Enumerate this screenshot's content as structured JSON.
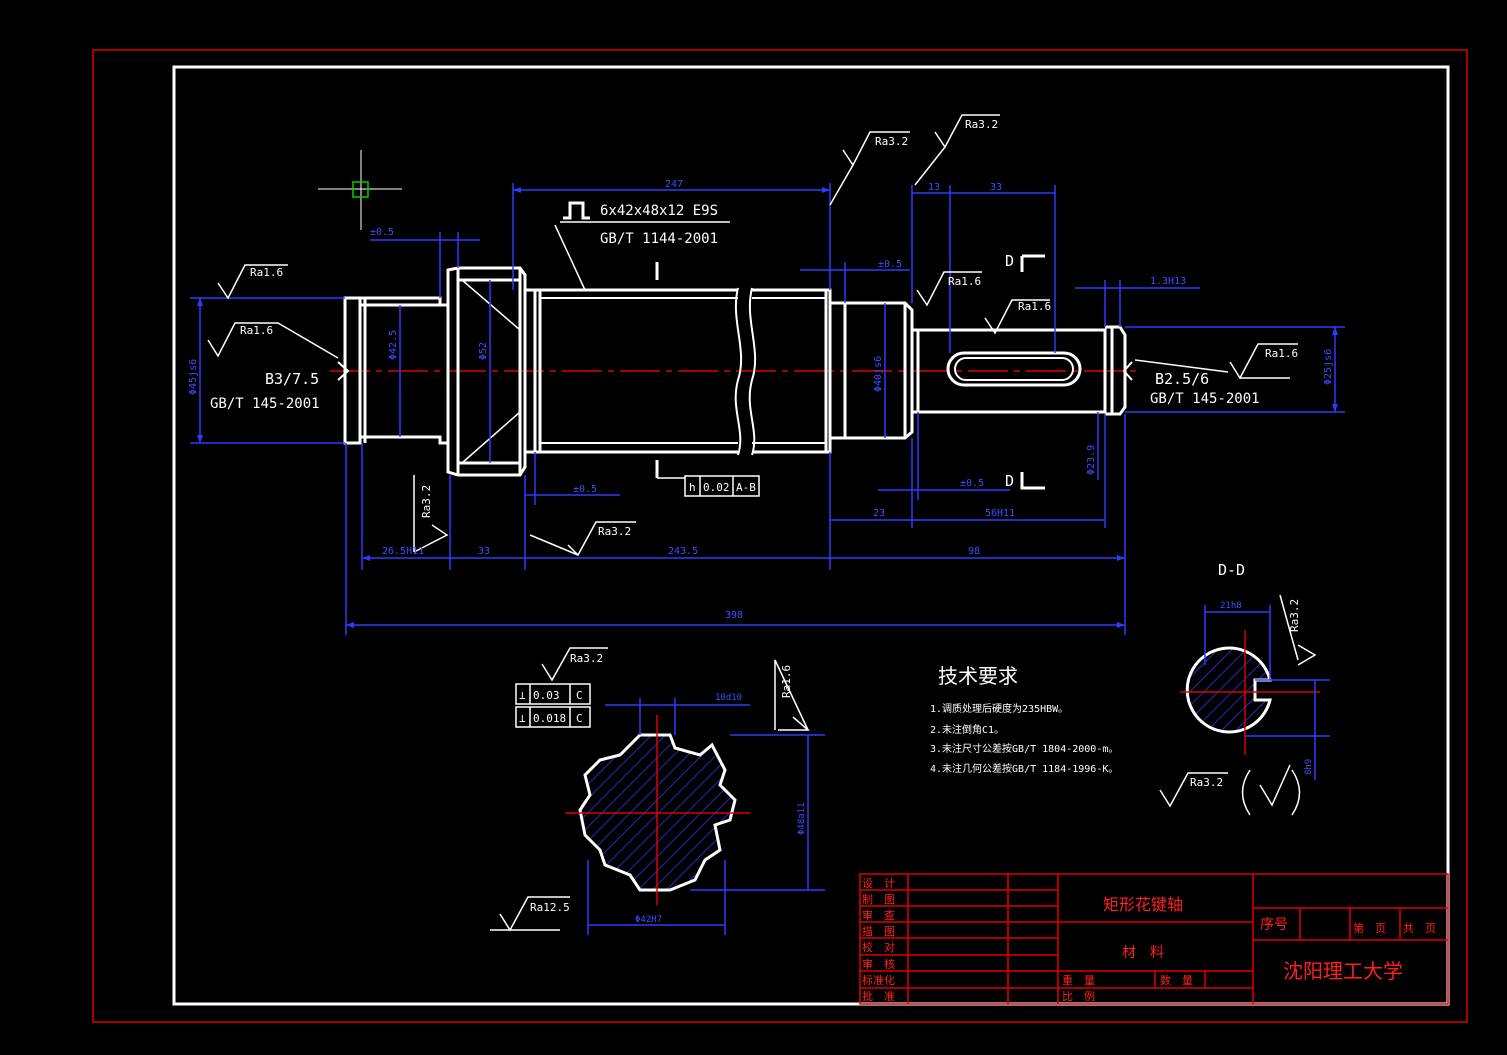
{
  "colors": {
    "background": "#000000",
    "outline": "#ffffff",
    "dimension": "#2a3cff",
    "centerline": "#e00000",
    "cursor": "#00d000"
  },
  "spline_callout": {
    "spec": "6x42x48x12 E9S",
    "standard": "GB/T 1144-2001"
  },
  "section_marks": {
    "top": "I",
    "bottom": "I",
    "d_top": "D",
    "d_bottom": "D"
  },
  "center_holes": {
    "left": {
      "spec": "B3/7.5",
      "standard": "GB/T 145-2001"
    },
    "right": {
      "spec": "B2.5/6",
      "standard": "GB/T 145-2001"
    }
  },
  "roughness": {
    "ra16": "Ra1.6",
    "ra32": "Ra3.2",
    "ra125": "Ra12.5"
  },
  "dimensions": {
    "top_spline_len": "247",
    "top_key_offset": "13",
    "top_key_len": "33",
    "left_chamfer": "±0.5",
    "mid_chamfer": "±0.5",
    "right_keyway": "1.3H13",
    "left_dia": "Φ45js6",
    "left_inner": "Φ42.5",
    "collar_dia": "Φ52",
    "mid_dia": "Φ40js6",
    "right_dia": "Φ25js6",
    "right_small": "Φ23.9",
    "bot_chamfer": "±0.5",
    "bot_right_chamfer": "±0.5",
    "seg_23": "23",
    "seg_56": "56H11",
    "b_26": "26.5H11",
    "b_33": "33",
    "b_243": "243.5",
    "b_98": "98",
    "overall": "398",
    "spline_width": "10d10",
    "spline_outer": "Φ48a11",
    "spline_inner": "Φ42H7",
    "dd_key": "21h8",
    "dd_depth": "8h9"
  },
  "tolerance": {
    "flatness": "h",
    "value": "0.02",
    "datum": "A-B"
  },
  "spline_tol": {
    "row1": {
      "sym": "⊥",
      "val": "0.03",
      "datum": "C"
    },
    "row2": {
      "sym": "⟂",
      "val": "0.018",
      "datum": "C"
    }
  },
  "section_title": "D-D",
  "tech": {
    "title": "技术要求",
    "items": [
      "1.调质处理后硬度为235HBW。",
      "2.未注倒角C1。",
      "3.未注尺寸公差按GB/T 1804-2000-m。",
      "4.未注几何公差按GB/T 1184-1996-K。"
    ]
  },
  "title_block": {
    "part_name": "矩形花键轴",
    "material_label": "材　料",
    "number_label": "序号",
    "weight_label": "重　量",
    "quantity_label": "数　量",
    "scale_label": "比　例",
    "sheet_label": "第　页",
    "total_label": "共　页",
    "school": "沈阳理工大学",
    "rows": [
      "设　计",
      "制　图",
      "审　查",
      "描　图",
      "校　对",
      "审　核",
      "标准化",
      "批　准"
    ]
  }
}
